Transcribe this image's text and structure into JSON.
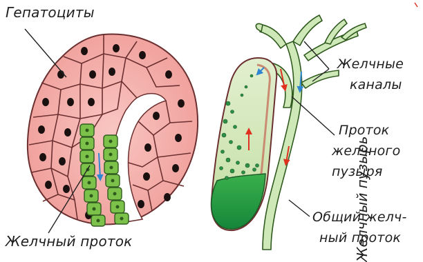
{
  "labels": {
    "hepatocytes": "Гепатоциты",
    "bile_duct": "Желчный проток",
    "gallbladder": "Желчный пузырь",
    "bile_canals_1": "Желчные",
    "bile_canals_2": "каналы",
    "cystic_duct_1": "Проток",
    "cystic_duct_2": "желчного",
    "cystic_duct_3": "пузыря",
    "common_duct_1": "Общий желч-",
    "common_duct_2": "ный проток"
  },
  "colors": {
    "hepatocyte_fill": "#f4aaa6",
    "hepatocyte_stroke": "#6b2f2f",
    "nucleus": "#1a1010",
    "duct_cell": "#7cc24a",
    "duct_stroke": "#2f5a1e",
    "bile_light": "#cfe8b8",
    "bile_dark": "#1f9a3c",
    "arrow_blue": "#2f86d0",
    "arrow_red": "#e03020",
    "leader": "#222222"
  }
}
